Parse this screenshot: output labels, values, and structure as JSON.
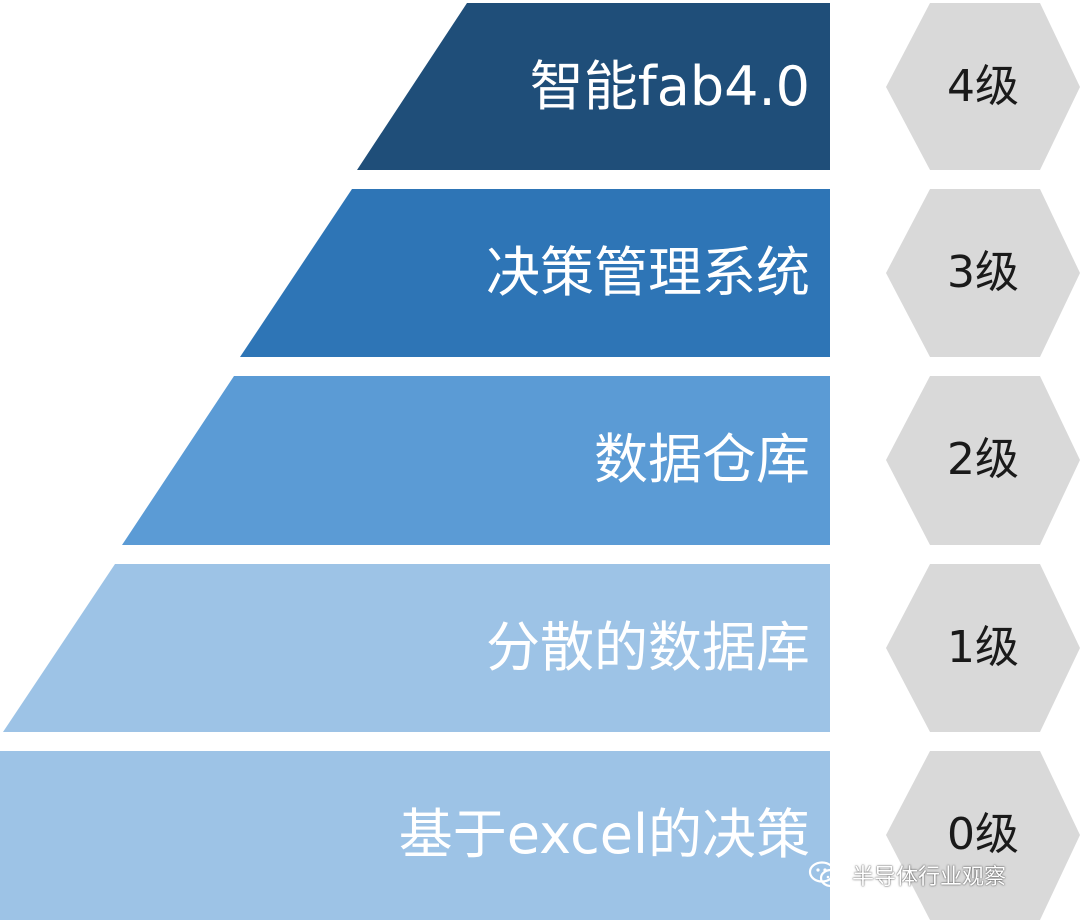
{
  "colors": {
    "tier_4": "#1f4e79",
    "tier_3": "#2e75b6",
    "tier_2": "#5b9bd5",
    "tier_1": "#9dc3e6",
    "tier_0": "#9dc3e6",
    "hexagon": "#d9d9d9",
    "tier_text": "#ffffff",
    "level_text": "#1a1a1a"
  },
  "tiers": [
    {
      "label": "智能fab4.0",
      "level": "4级"
    },
    {
      "label": "决策管理系统",
      "level": "3级"
    },
    {
      "label": "数据仓库",
      "level": "2级"
    },
    {
      "label": "分散的数据库",
      "level": "1级"
    },
    {
      "label": "基于excel的决策",
      "level": "0级"
    }
  ],
  "watermark": {
    "icon": "wechat-icon",
    "text": "半导体行业观察"
  }
}
